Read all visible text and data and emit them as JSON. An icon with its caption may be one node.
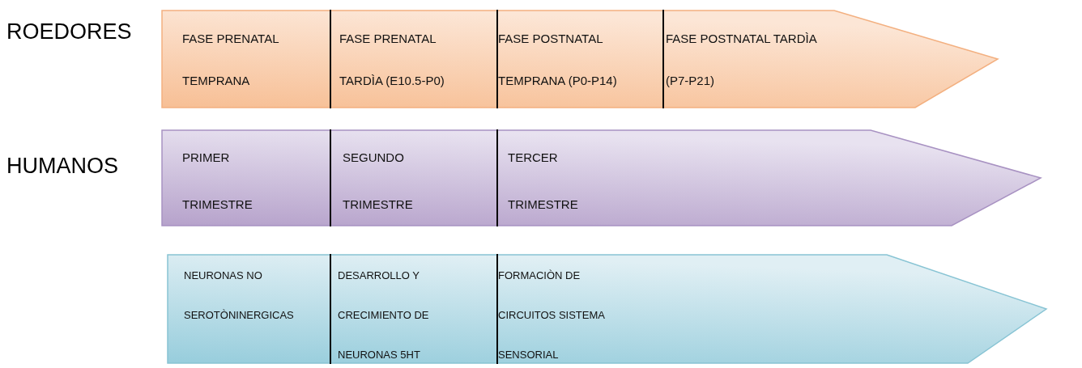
{
  "diagram": {
    "nodes": [
      {
        "text": [
          "ROEDORES"
        ]
      },
      {
        "text": [
          "FASE PRENATAL TEMPRANA"
        ],
        "in": 0
      },
      {
        "text": [
          "FASE PRENATAL TARDÌA (E10.5-P0)"
        ],
        "in": 0
      },
      {
        "text": [
          "FASE POSTNATAL TEMPRANA (P0-P14)"
        ],
        "in": 0
      },
      {
        "text": [
          "FASE POSTNATAL TARDÌA (P7-P21)"
        ],
        "in": 0
      },
      {
        "text": [
          "HUMANOS"
        ]
      },
      {
        "text": [
          "PRIMER TRIMESTRE"
        ],
        "in": 5
      },
      {
        "text": [
          "SEGUNDO TRIMESTRE"
        ],
        "in": 5
      },
      {
        "text": [
          "TERCER TRIMESTRE"
        ],
        "in": 5
      },
      {
        "text": [],
        "shape": "arrow"
      },
      {
        "text": [
          "NEURONAS NO SEROTÒNINERGICAS"
        ],
        "in": 9
      },
      {
        "text": [
          "DESARROLLO Y CRECIMIENTO DE NEURONAS 5HT"
        ],
        "in": 9
      },
      {
        "text": [
          "FORMACIÒN DE CIRCUITOS SISTEMA SENSORIAL"
        ],
        "in": 9
      }
    ]
  }
}
